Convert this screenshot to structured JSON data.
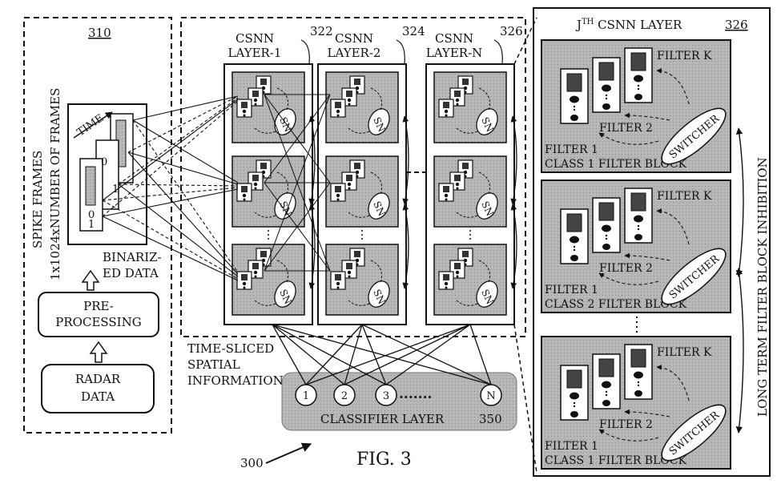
{
  "figure": {
    "caption": "FIG. 3",
    "ref_main": "300"
  },
  "input_block": {
    "ref": "310",
    "side_label_1": "SPIKE FRAMES",
    "side_label_2": "1x1024xNUMBER OF FRAMES",
    "time_label": "TIME",
    "frame_marks": [
      "0",
      "1"
    ],
    "binarized_label_1": "BINARIZ-",
    "binarized_label_2": "ED DATA",
    "preprocessing_label_1": "PRE-",
    "preprocessing_label_2": "PROCESSING",
    "radar_label_1": "RADAR",
    "radar_label_2": "DATA"
  },
  "csnn": {
    "layers": [
      {
        "title_1": "CSNN",
        "title_2": "LAYER-1",
        "ref": "322"
      },
      {
        "title_1": "CSNN",
        "title_2": "LAYER-2",
        "ref": "324"
      },
      {
        "title_1": "CSNN",
        "title_2": "LAYER-N",
        "ref": "326"
      }
    ],
    "sn_label": "SN",
    "time_sliced_1": "TIME-SLICED",
    "time_sliced_2": "SPATIAL",
    "time_sliced_3": "INFORMATION"
  },
  "classifier": {
    "label": "CLASSIFIER LAYER",
    "ref": "350",
    "nodes": [
      "1",
      "2",
      "3",
      "N"
    ],
    "dots": "......."
  },
  "jth_layer": {
    "title_prefix": "J",
    "title_sup": "TH",
    "title_suffix": " CSNN LAYER",
    "ref": "326",
    "side_label": "LONG TERM FILTER BLOCK INHIBITION",
    "blocks": [
      {
        "filter_k": "FILTER K",
        "filter_2": "FILTER 2",
        "filter_1": "FILTER 1",
        "switcher": "SWITCHER",
        "class_label": "CLASS 1 FILTER BLOCK"
      },
      {
        "filter_k": "FILTER K",
        "filter_2": "FILTER 2",
        "filter_1": "FILTER 1",
        "switcher": "SWITCHER",
        "class_label": "CLASS 2 FILTER BLOCK"
      },
      {
        "filter_k": "FILTER K",
        "filter_2": "FILTER 2",
        "filter_1": "FILTER 1",
        "switcher": "SWITCHER",
        "class_label": "CLASS 1 FILTER BLOCK"
      }
    ]
  }
}
